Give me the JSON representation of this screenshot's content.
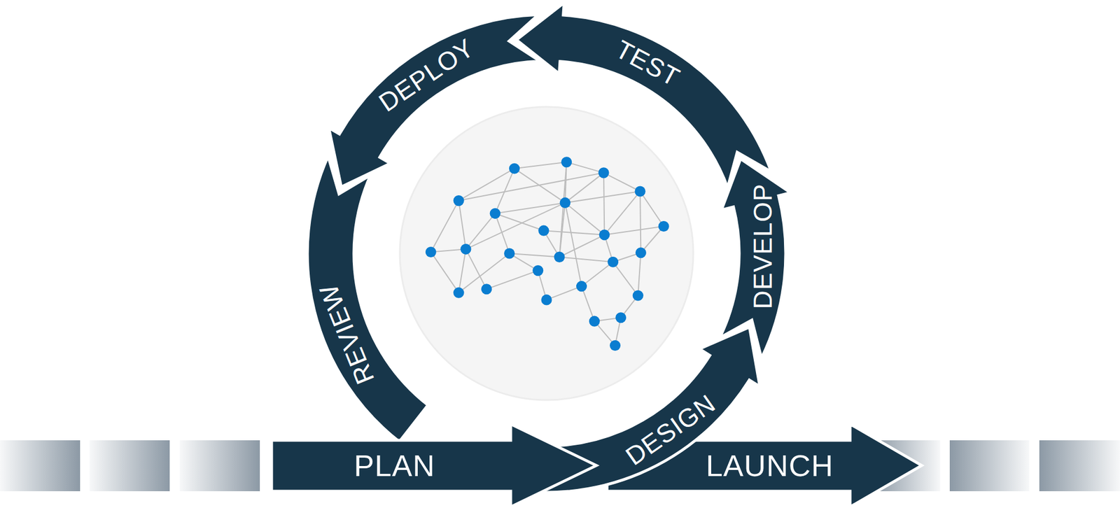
{
  "diagram": {
    "nodes": [
      {
        "text": [
          "PLAN"
        ]
      },
      {
        "text": [
          "DESIGN"
        ]
      },
      {
        "text": [
          "DEVELOP"
        ]
      },
      {
        "text": [
          "TEST"
        ]
      },
      {
        "text": [
          "DEPLOY"
        ]
      },
      {
        "text": [
          "REVIEW"
        ]
      },
      {
        "text": [
          "LAUNCH"
        ]
      }
    ]
  }
}
